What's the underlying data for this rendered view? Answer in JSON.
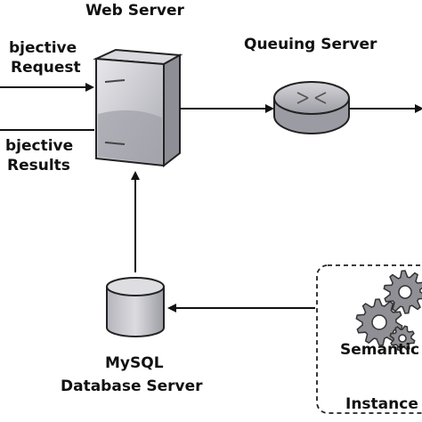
{
  "labels": {
    "web_server": "Web Server",
    "request_line1": "bjective",
    "request_line2": "Request",
    "results_line1": "bjective",
    "results_line2": "Results",
    "queuing_server": "Queuing Server",
    "mysql_line1": "MySQL",
    "mysql_line2": "Database Server",
    "semantic": "Semantic",
    "instance": "Instance"
  },
  "icons": {
    "web_server": "server-icon",
    "queuing_server": "router-icon",
    "database": "database-icon",
    "processing": "gears-icon"
  },
  "colors": {
    "stroke": "#222222",
    "device_fill": "#c8c8cc",
    "device_dark": "#9a9aa2",
    "gear_fill": "#8f8f95"
  }
}
